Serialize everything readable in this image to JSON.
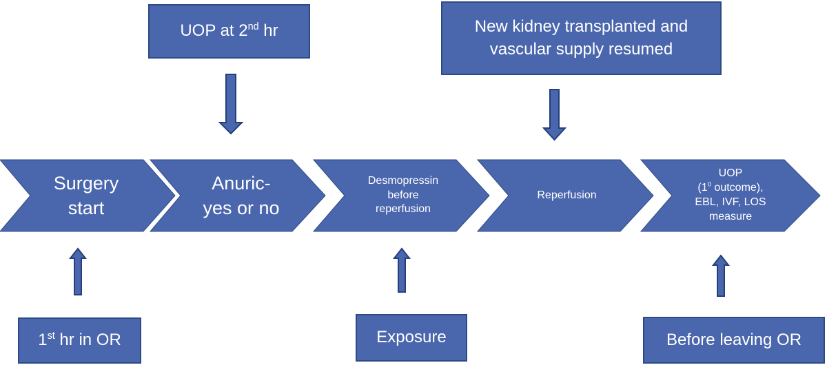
{
  "colors": {
    "fill": "#4a66ad",
    "stroke": "#2e4a85",
    "arrow_fill": "#4a66ad",
    "arrow_stroke": "#243f7a"
  },
  "chevrons": [
    {
      "lines": [
        "Surgery",
        "start"
      ]
    },
    {
      "lines": [
        "Anuric-",
        "yes or no"
      ]
    },
    {
      "lines": [
        "Desmopressin",
        "before",
        "reperfusion"
      ]
    },
    {
      "lines": [
        "Reperfusion"
      ]
    },
    {
      "line1": "UOP",
      "line2_pre": "(1",
      "line2_sup": "0",
      "line2_post": " outcome),",
      "line3": "EBL, IVF, LOS",
      "line4": "measure"
    }
  ],
  "top_boxes": {
    "uop_2nd": {
      "pre": "UOP at 2",
      "sup": "nd",
      "post": " hr"
    },
    "new_kidney": {
      "line1": "New kidney transplanted and",
      "line2": "vascular supply resumed"
    }
  },
  "bottom_boxes": {
    "first_hr": {
      "pre": "1",
      "sup": "st",
      "post": " hr in OR"
    },
    "exposure": {
      "label": "Exposure"
    },
    "before_leaving": {
      "label": "Before leaving OR"
    }
  },
  "icons": [
    "arrow-down-icon",
    "arrow-up-icon"
  ]
}
